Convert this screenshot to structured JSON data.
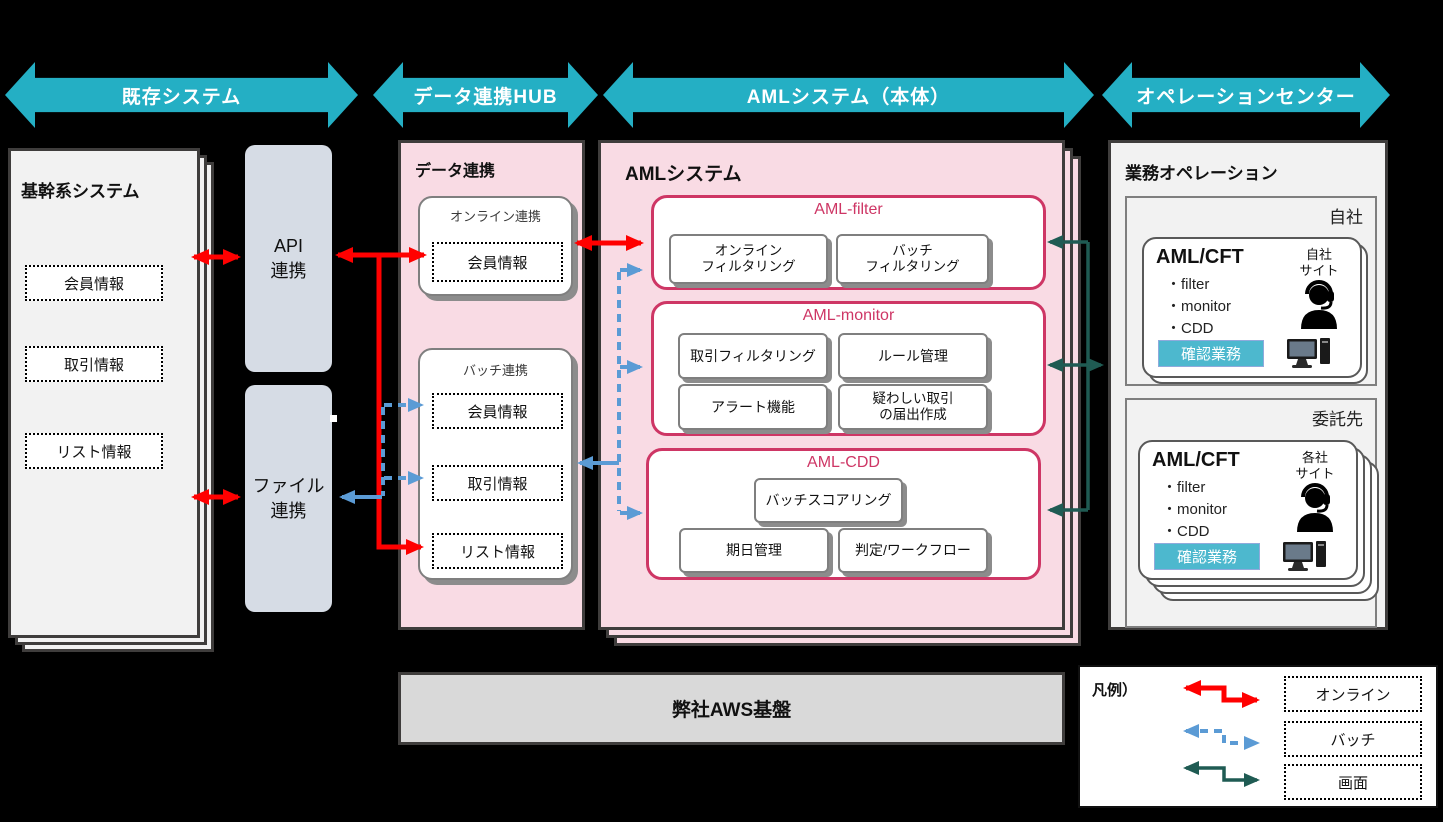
{
  "header": {
    "sections": [
      {
        "label": "既存システム"
      },
      {
        "label": "データ連携HUB"
      },
      {
        "label": "AMLシステム（本体）"
      },
      {
        "label": "オペレーションセンター"
      }
    ]
  },
  "core_system": {
    "title": "基幹系システム",
    "items": [
      {
        "label": "会員情報"
      },
      {
        "label": "取引情報"
      },
      {
        "label": "リスト情報"
      }
    ]
  },
  "connectors": {
    "api": {
      "label": "API\n連携"
    },
    "file": {
      "label": "ファイル\n連携"
    }
  },
  "data_hub": {
    "title": "データ連携",
    "online": {
      "title": "オンライン連携",
      "items": [
        {
          "label": "会員情報"
        }
      ]
    },
    "batch": {
      "title": "バッチ連携",
      "items": [
        {
          "label": "会員情報"
        },
        {
          "label": "取引情報"
        },
        {
          "label": "リスト情報"
        }
      ]
    }
  },
  "aml": {
    "title": "AMLシステム",
    "groups": [
      {
        "title": "AML-filter",
        "items": [
          {
            "label": "オンライン\nフィルタリング"
          },
          {
            "label": "バッチ\nフィルタリング"
          }
        ]
      },
      {
        "title": "AML-monitor",
        "items": [
          {
            "label": "取引フィルタリング"
          },
          {
            "label": "ルール管理"
          },
          {
            "label": "アラート機能"
          },
          {
            "label": "疑わしい取引\nの届出作成"
          }
        ]
      },
      {
        "title": "AML-CDD",
        "items": [
          {
            "label": "バッチスコアリング"
          },
          {
            "label": "期日管理"
          },
          {
            "label": "判定/ワークフロー"
          }
        ]
      }
    ]
  },
  "operation": {
    "title": "業務オペレーション",
    "own": {
      "tag": "自社",
      "card": {
        "title": "AML/CFT",
        "bullets": [
          {
            "label": "・filter"
          },
          {
            "label": "・monitor"
          },
          {
            "label": "・CDD"
          }
        ],
        "site": "自社\nサイト",
        "badge": "確認業務"
      }
    },
    "partner": {
      "tag": "委託先",
      "card": {
        "title": "AML/CFT",
        "bullets": [
          {
            "label": "・filter"
          },
          {
            "label": "・monitor"
          },
          {
            "label": "・CDD"
          }
        ],
        "site": "各社\nサイト",
        "badge": "確認業務"
      }
    }
  },
  "infra": {
    "label": "弊社AWS基盤"
  },
  "legend": {
    "title": "凡例）",
    "items": [
      {
        "label": "オンライン",
        "color": "#FF0000",
        "line_style": "solid"
      },
      {
        "label": "バッチ",
        "color": "#5B9BD5",
        "line_style": "dashed"
      },
      {
        "label": "画面",
        "color": "#1F5B53",
        "line_style": "solid"
      }
    ]
  },
  "colors": {
    "header_arrow": "#24AFC4",
    "panel_pink": "#F9DBE4",
    "aml_accent": "#CE3665",
    "connector_box": "#D6DCE5",
    "badge_bg": "#4DB8CE",
    "panel_gray": "#F2F2F2",
    "aws_bar": "#D9D9D9",
    "online_arrow": "#FF0000",
    "batch_arrow": "#5B9BD5",
    "screen_arrow": "#1F5B53"
  }
}
